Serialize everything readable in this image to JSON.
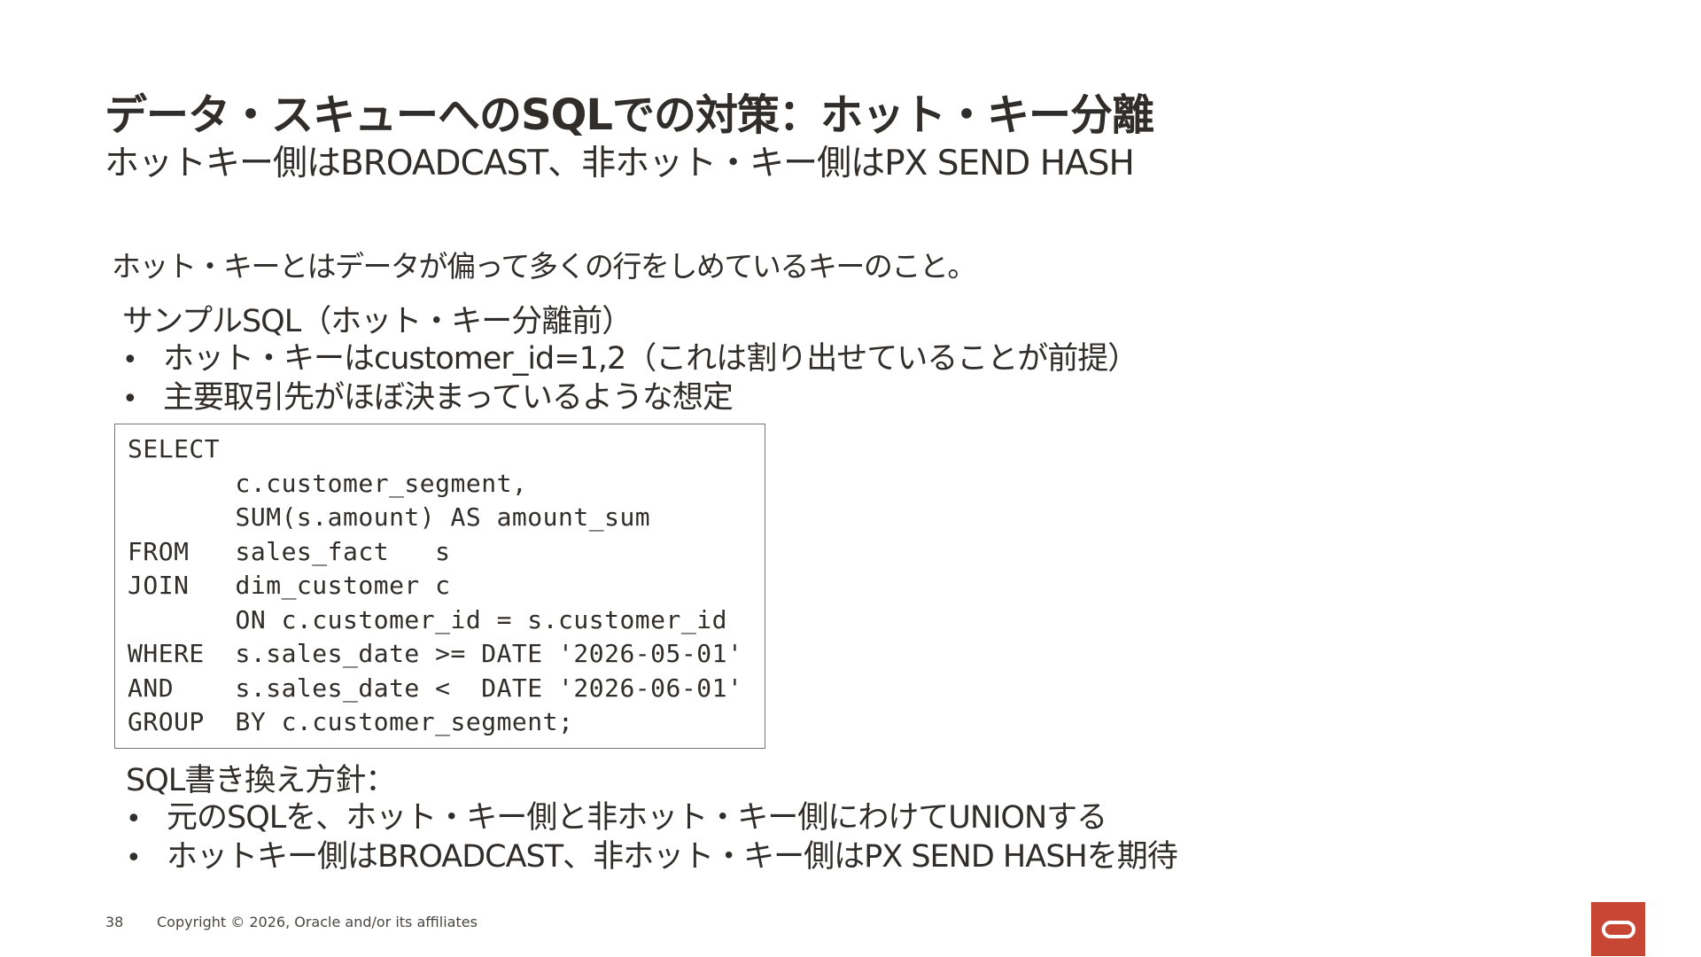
{
  "slide": {
    "title": "データ・スキューへのSQLでの対策：ホット・キー分離",
    "subtitle": "ホットキー側はBROADCAST、非ホット・キー側はPX SEND HASH",
    "intro": "ホット・キーとはデータが偏って多くの行をしめているキーのこと。",
    "sample_heading": "サンプルSQL（ホット・キー分離前）",
    "sample_bullets": [
      "ホット・キーはcustomer_id=1,2（これは割り出せていることが前提）",
      "主要取引先がほぼ決まっているような想定"
    ],
    "code_lines": [
      "SELECT",
      "       c.customer_segment,",
      "       SUM(s.amount) AS amount_sum",
      "FROM   sales_fact   s",
      "JOIN   dim_customer c",
      "       ON c.customer_id = s.customer_id",
      "WHERE  s.sales_date >= DATE '2026-05-01'",
      "AND    s.sales_date <  DATE '2026-06-01'",
      "GROUP  BY c.customer_segment;"
    ],
    "rewrite_heading": "SQL書き換え方針：",
    "rewrite_bullets": [
      "元のSQLを、ホット・キー側と非ホット・キー側にわけてUNIONする",
      "ホットキー側はBROADCAST、非ホット・キー側はPX SEND HASHを期待"
    ],
    "bullet_glyph": "•"
  },
  "footer": {
    "page_number": "38",
    "copyright": "Copyright © 2026, Oracle and/or its affiliates"
  },
  "brand": {
    "logo_icon": "oracle-logo-icon",
    "logo_color": "#c74634"
  }
}
